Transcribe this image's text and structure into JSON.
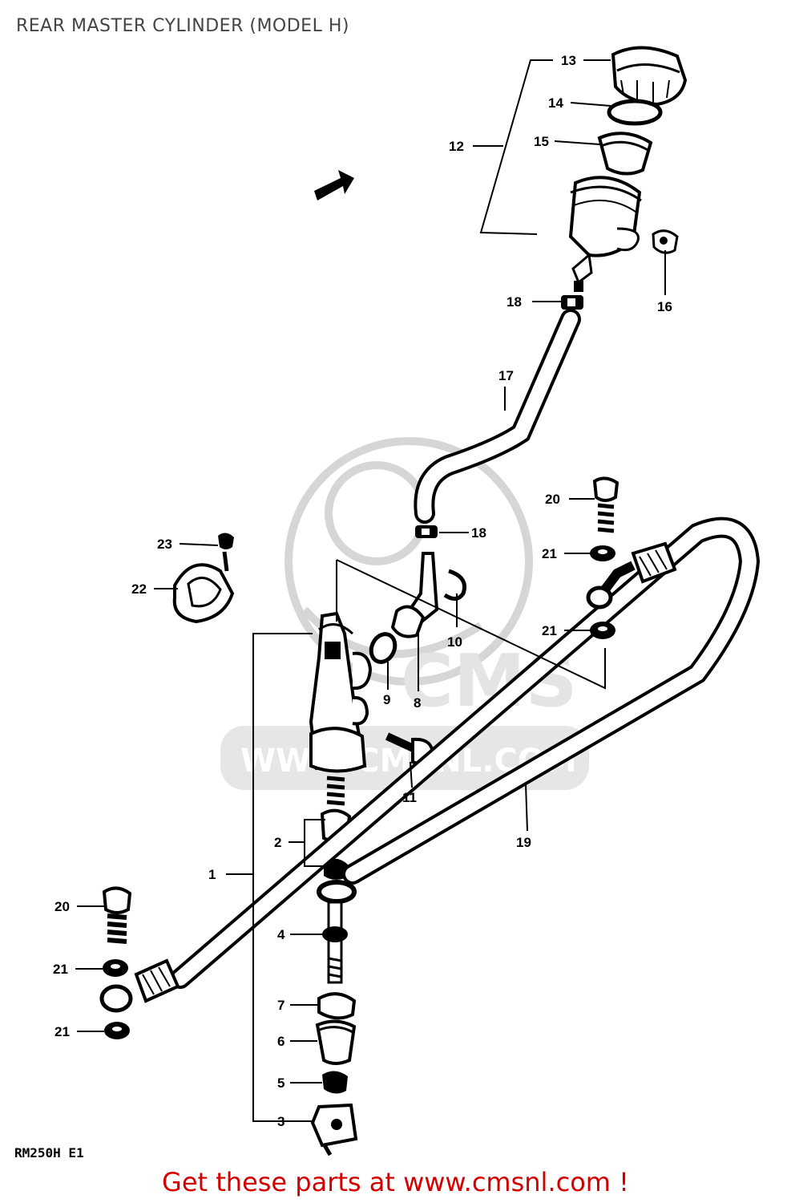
{
  "title": "REAR MASTER CYLINDER (MODEL H)",
  "model_code": "RM250H E1",
  "footer": "Get these parts at www.cmsnl.com !",
  "watermark": {
    "logo": "CMS",
    "url": "WWW.CMSNL.COM"
  },
  "colors": {
    "footer": "#d40000",
    "ink": "#000000",
    "watermark": "#cfcfcf"
  },
  "labels": {
    "l1": "1",
    "l2": "2",
    "l3": "3",
    "l4": "4",
    "l5": "5",
    "l6": "6",
    "l7": "7",
    "l8": "8",
    "l9": "9",
    "l10": "10",
    "l11": "11",
    "l12": "12",
    "l13": "13",
    "l14": "14",
    "l15": "15",
    "l16": "16",
    "l17": "17",
    "l18a": "18",
    "l18b": "18",
    "l19": "19",
    "l20a": "20",
    "l20b": "20",
    "l21a": "21",
    "l21b": "21",
    "l21c": "21",
    "l21d": "21",
    "l22": "22",
    "l23": "23"
  }
}
